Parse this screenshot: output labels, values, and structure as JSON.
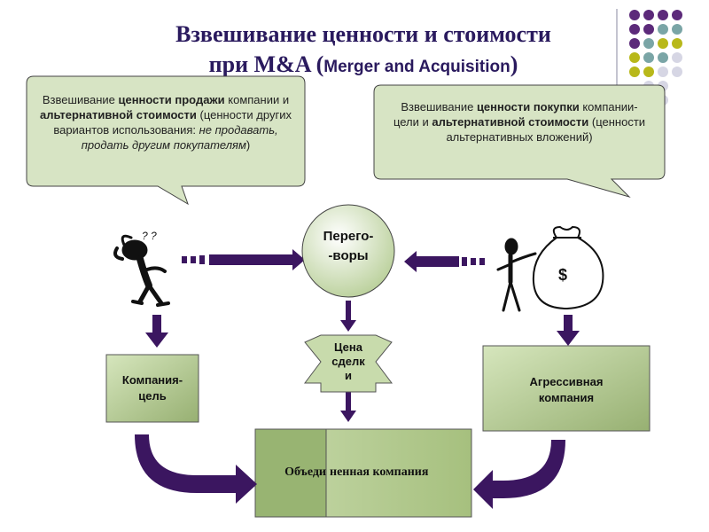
{
  "title": {
    "line1": "Взвешивание ценности и стоимости",
    "line2_prefix": "при M&A (",
    "line2_sub": "Merger and Acquisition",
    "line2_suffix": ")"
  },
  "callouts": {
    "left": {
      "p1": "Взвешивание ",
      "p2": "ценности продажи",
      "p3": " компании и ",
      "p4": "альтернативной стоимости",
      "p5": " (ценности других вариантов использования: ",
      "p6": "не продавать, продать другим покупателям",
      "p7": ")"
    },
    "right": {
      "p1": "Взвешивание ",
      "p2": "ценности покупки",
      "p3": " компании-цели и ",
      "p4": "альтернативной стоимости",
      "p5": " (ценности альтернативных вложений)"
    }
  },
  "nodes": {
    "negotiation": "Перего-\n-воры",
    "deal_price": "Цена\nсделк\nи",
    "target_company": "Компания-\nцель",
    "aggressive_company": "Агрессивная\nкомпания",
    "merged_left": "Объеди",
    "merged_right": "ненная компания"
  },
  "money_symbol": "$",
  "question_marks": "? ?",
  "icons": {
    "seller": "confused-stick-figure-icon",
    "buyer": "stick-figure-with-money-bag-icon",
    "bag": "money-bag-icon"
  },
  "colors": {
    "title": "#2a1a5e",
    "arrow": "#3b1660",
    "box_fill": "#b9cf98",
    "callout_fill": "#d7e4c4",
    "dot_purple": "#5c2a7a",
    "dot_teal": "#7aa5a6",
    "dot_olive": "#b8b81a",
    "dot_light": "#d6d6e4"
  }
}
